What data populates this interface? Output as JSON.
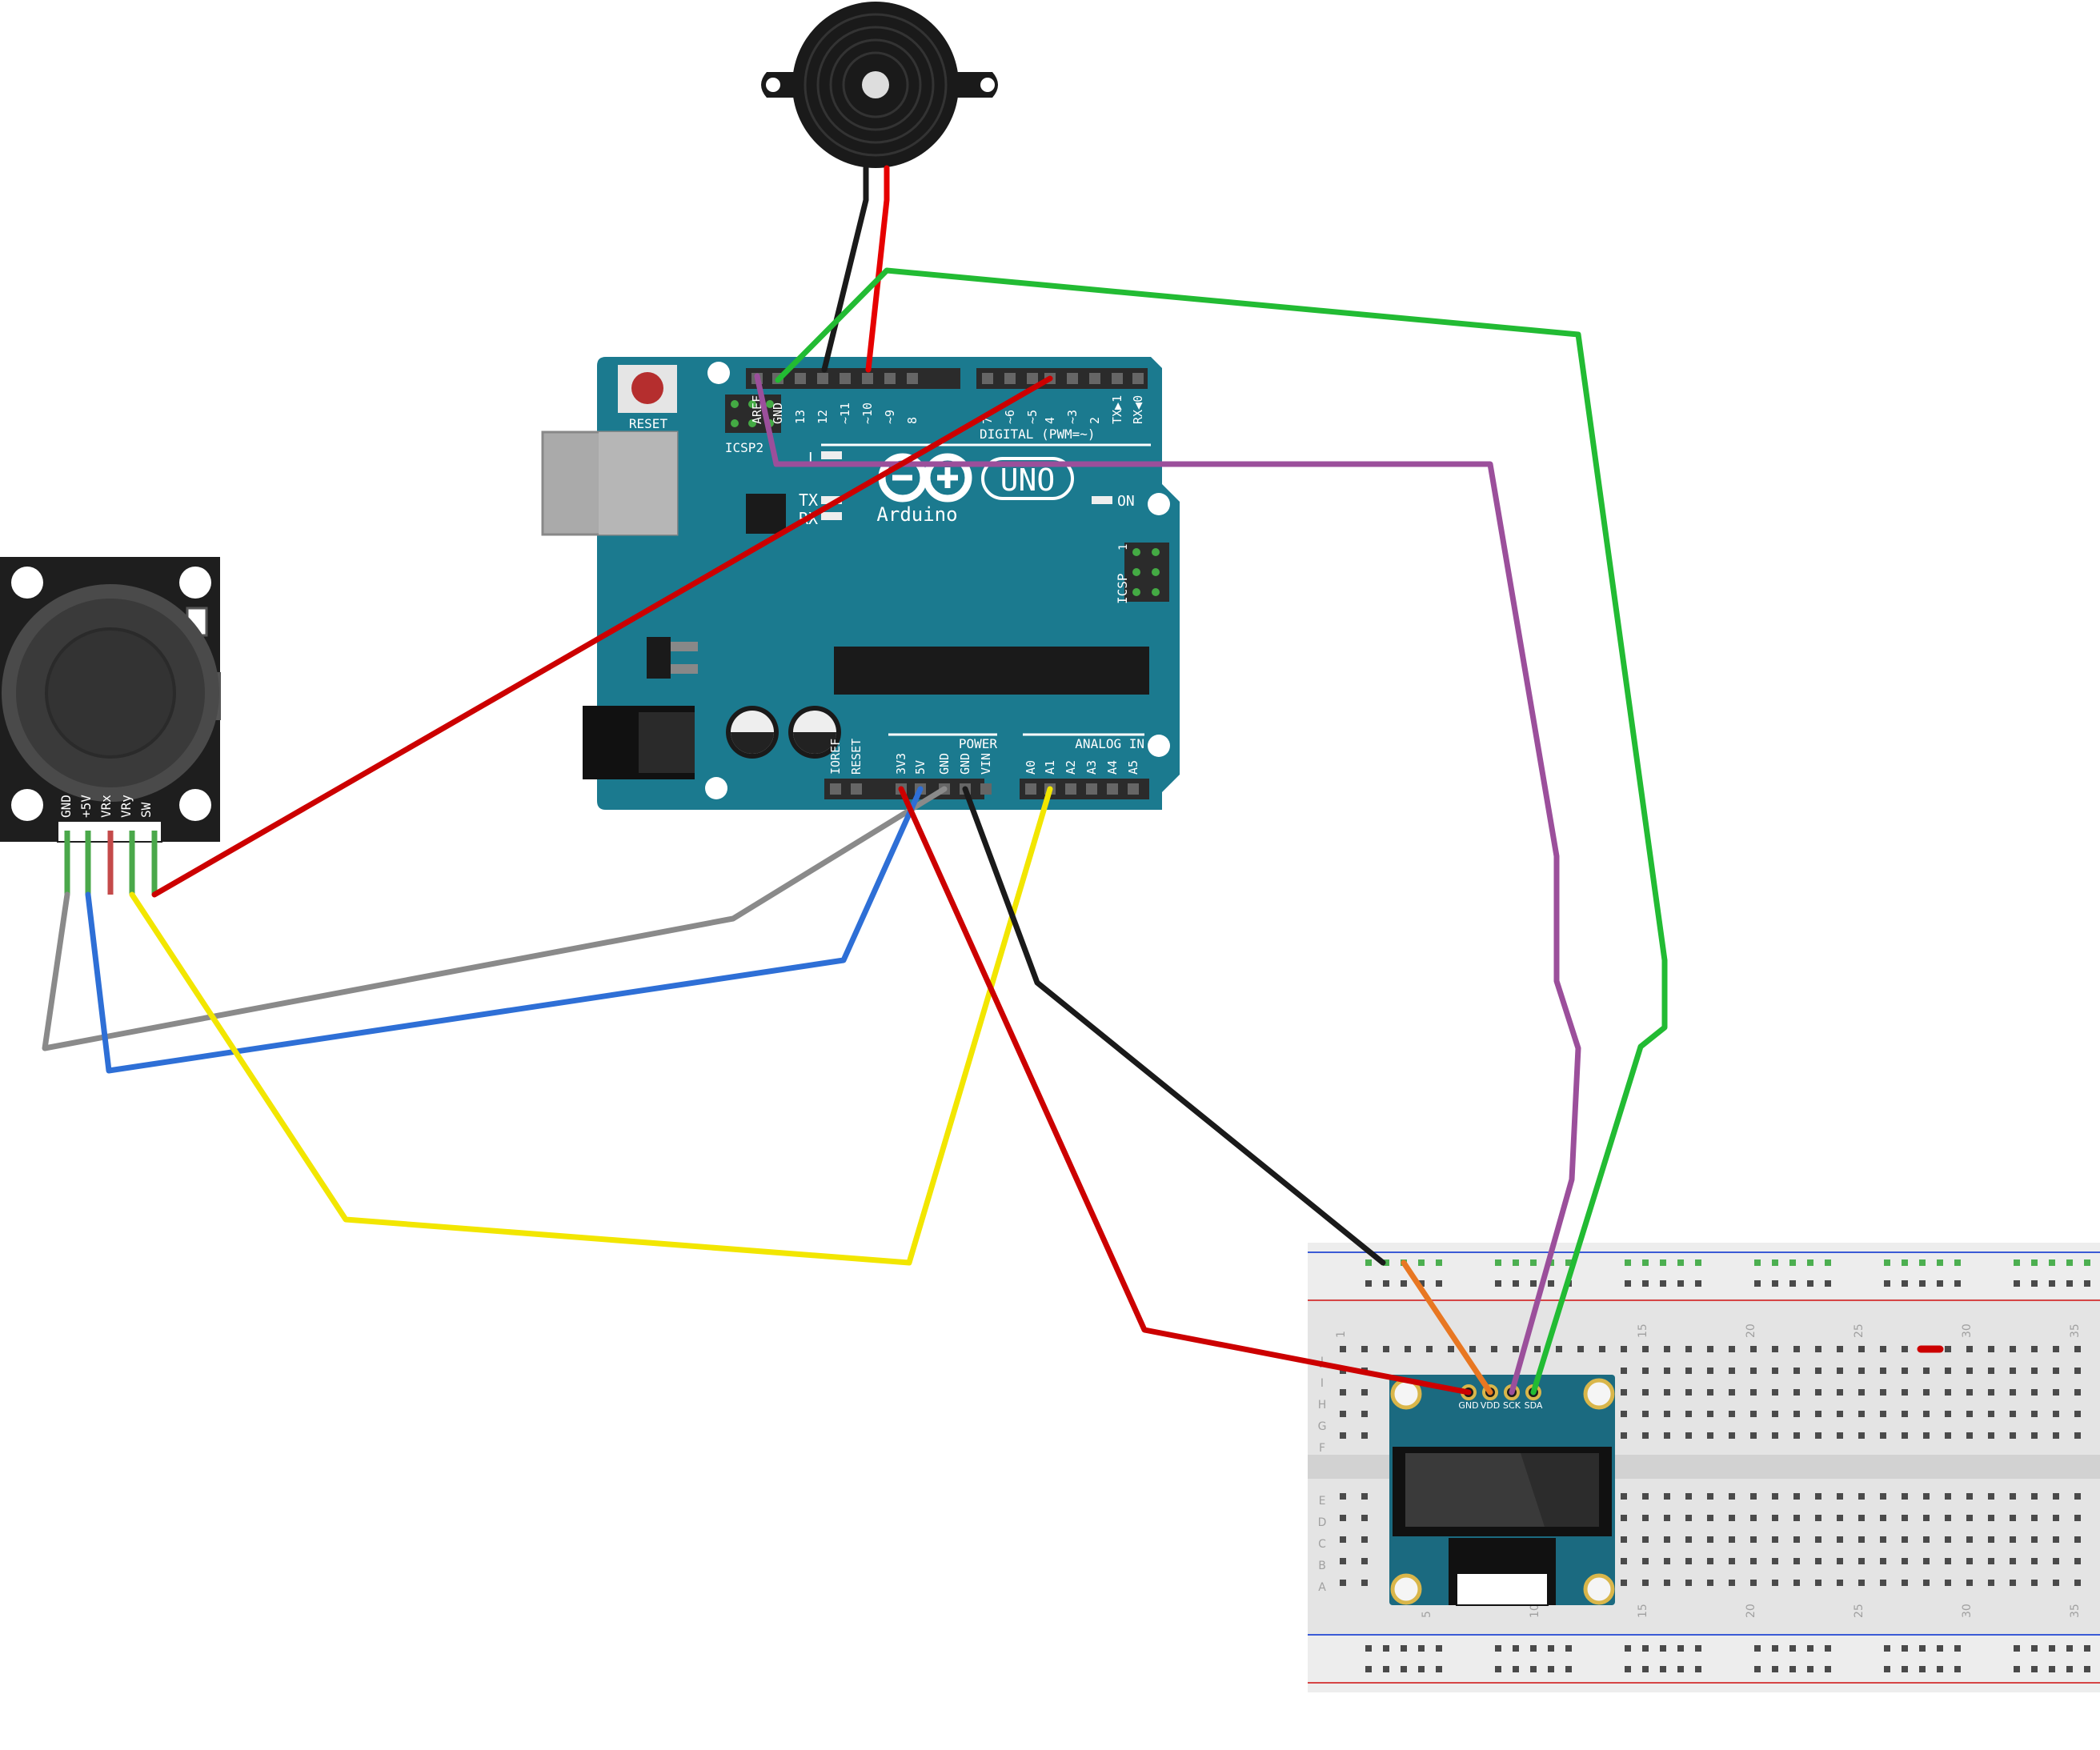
{
  "arduino": {
    "reset_label": "RESET",
    "icsp2_label": "ICSP2",
    "icsp_label": "ICSP",
    "icsp_pin1": "1",
    "uno_label": "UNO",
    "brand_label": "Arduino",
    "tx_label": "TX",
    "rx_label": "RX",
    "l_label": "L",
    "on_label": "ON",
    "digital_label": "DIGITAL (PWM=~)",
    "power_label": "POWER",
    "analog_label": "ANALOG IN",
    "digital_pins": [
      "AREF",
      "GND",
      "13",
      "12",
      "~11",
      "~10",
      "~9",
      "8",
      "7",
      "~6",
      "~5",
      "4",
      "~3",
      "2",
      "TX▶1",
      "RX◀0"
    ],
    "power_pins": [
      "IOREF",
      "RESET",
      "3V3",
      "5V",
      "GND",
      "GND",
      "VIN"
    ],
    "analog_pins": [
      "A0",
      "A1",
      "A2",
      "A3",
      "A4",
      "A5"
    ]
  },
  "joystick": {
    "pin_labels": [
      "GND",
      "+5V",
      "VRx",
      "VRy",
      "SW"
    ]
  },
  "oled": {
    "pin_labels": [
      "GND",
      "VDD",
      "SCK",
      "SDA"
    ]
  },
  "breadboard": {
    "column_numbers": [
      "1",
      "5",
      "10",
      "15",
      "20",
      "25",
      "30",
      "35"
    ],
    "row_letters_top": [
      "J",
      "I",
      "H",
      "G",
      "F"
    ],
    "row_letters_bottom": [
      "E",
      "D",
      "C",
      "B",
      "A"
    ]
  },
  "colors": {
    "board": "#1b7a8f",
    "red_wire": "#cc0000",
    "black_wire": "#1a1a1a",
    "green_wire": "#22bb33",
    "purple_wire": "#9b4f9b",
    "gray_wire": "#8a8a8a",
    "blue_wire": "#2e6fd6",
    "yellow_wire": "#f2e600",
    "orange_wire": "#e87722"
  }
}
